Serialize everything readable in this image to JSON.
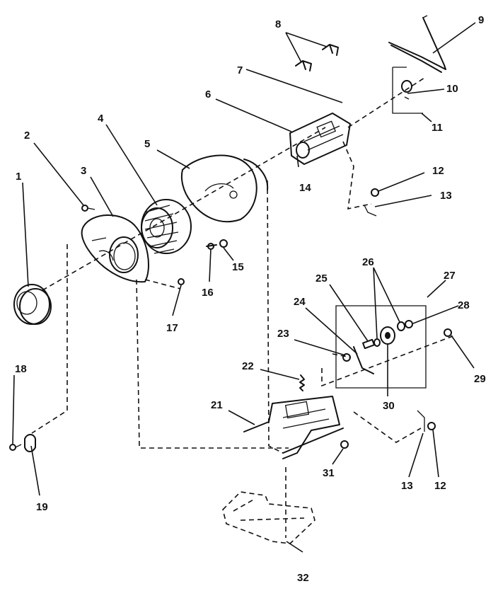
{
  "diagram": {
    "callouts": [
      "1",
      "2",
      "3",
      "4",
      "5",
      "6",
      "7",
      "8",
      "9",
      "10",
      "11",
      "12",
      "12",
      "13",
      "13",
      "14",
      "15",
      "16",
      "17",
      "18",
      "19",
      "21",
      "22",
      "23",
      "24",
      "25",
      "26",
      "27",
      "28",
      "29",
      "30",
      "31",
      "32"
    ]
  }
}
